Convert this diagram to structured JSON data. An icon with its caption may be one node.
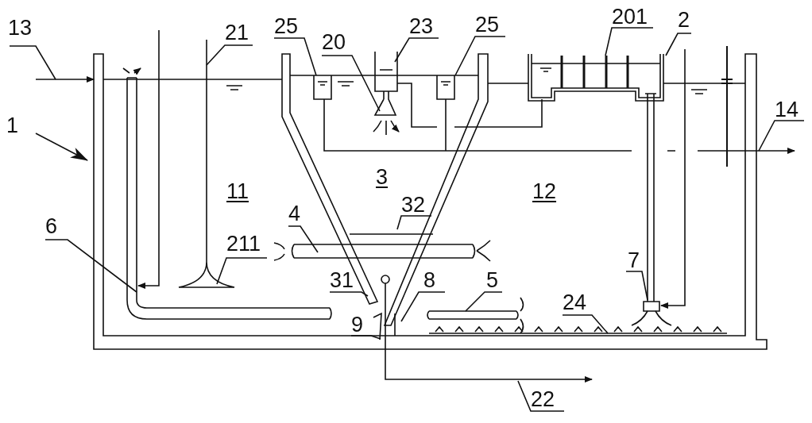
{
  "diagram": {
    "nodes": [
      {
        "text": [
          "13"
        ]
      },
      {
        "text": [
          "21"
        ]
      },
      {
        "text": [
          "25"
        ]
      },
      {
        "text": [
          "20"
        ]
      },
      {
        "text": [
          "23"
        ]
      },
      {
        "text": [
          "25"
        ]
      },
      {
        "text": [
          "201"
        ]
      },
      {
        "text": [
          "2"
        ]
      },
      {
        "text": [
          "1"
        ]
      },
      {
        "text": [
          "14"
        ]
      },
      {
        "text": [
          "6"
        ]
      },
      {
        "text": [
          "211"
        ]
      },
      {
        "text": [
          "4"
        ]
      },
      {
        "text": [
          "32"
        ]
      },
      {
        "text": [
          "31"
        ]
      },
      {
        "text": [
          "8"
        ]
      },
      {
        "text": [
          "9"
        ]
      },
      {
        "text": [
          "5"
        ]
      },
      {
        "text": [
          "7"
        ]
      },
      {
        "text": [
          "24"
        ]
      },
      {
        "text": [
          "22"
        ]
      }
    ],
    "edges": [
      {
        "from": 0,
        "to": null,
        "arrow": "none"
      },
      {
        "from": 1,
        "to": null,
        "arrow": "none"
      },
      {
        "from": 2,
        "to": null,
        "arrow": "none"
      },
      {
        "from": 3,
        "to": null,
        "arrow": "none"
      },
      {
        "from": 4,
        "to": null,
        "arrow": "none"
      },
      {
        "from": 5,
        "to": null,
        "arrow": "none"
      },
      {
        "from": 6,
        "to": null,
        "arrow": "none"
      },
      {
        "from": 7,
        "to": null,
        "arrow": "none"
      },
      {
        "from": 8,
        "to": null,
        "arrow": "to"
      },
      {
        "from": 9,
        "to": null,
        "arrow": "none"
      },
      {
        "from": 10,
        "to": null,
        "arrow": "none"
      },
      {
        "from": 11,
        "to": null,
        "arrow": "none"
      },
      {
        "from": 12,
        "to": null,
        "arrow": "none"
      },
      {
        "from": 13,
        "to": null,
        "arrow": "none"
      },
      {
        "from": 14,
        "to": null,
        "arrow": "none"
      },
      {
        "from": 15,
        "to": null,
        "arrow": "none"
      },
      {
        "from": 16,
        "to": null,
        "arrow": "none"
      },
      {
        "from": 17,
        "to": null,
        "arrow": "none"
      },
      {
        "from": 18,
        "to": null,
        "arrow": "none"
      },
      {
        "from": 19,
        "to": null,
        "arrow": "none"
      },
      {
        "from": 20,
        "to": null,
        "arrow": "none"
      }
    ],
    "labels": [
      "11",
      "3",
      "12"
    ]
  }
}
